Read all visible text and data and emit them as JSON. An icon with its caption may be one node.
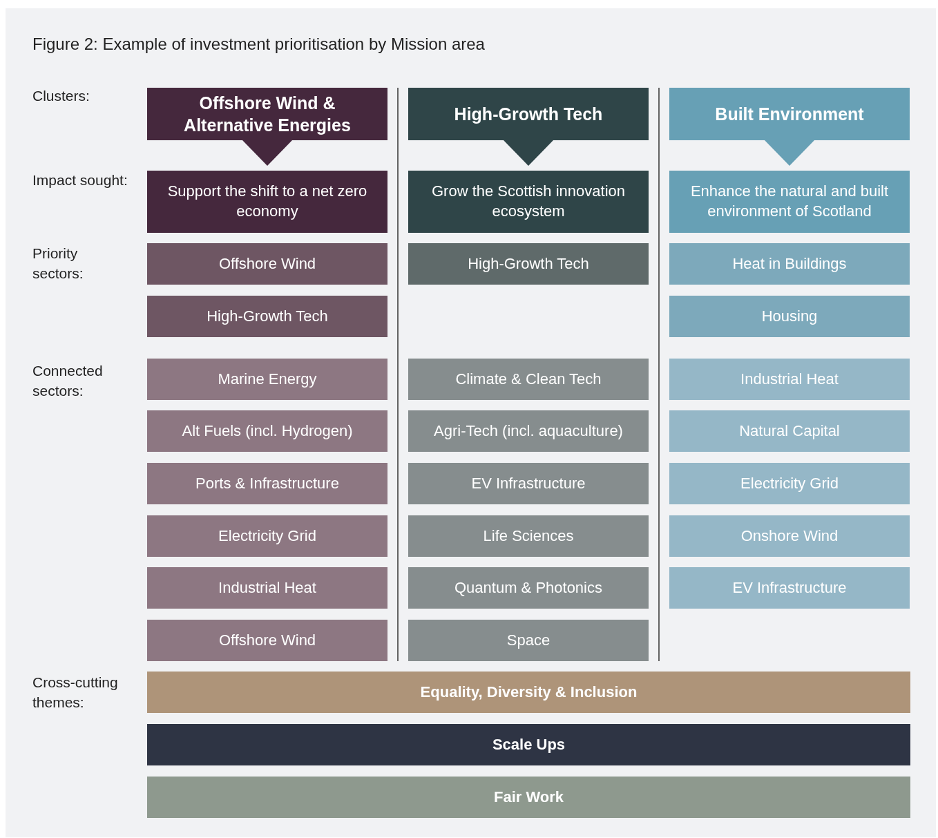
{
  "diagram": {
    "title": "Figure 2: Example of investment prioritisation by Mission area",
    "nodes": [
      {
        "text": [
          "Offshore Wind & Alternative Energies"
        ]
      },
      {
        "text": [
          "High-Growth Tech"
        ]
      },
      {
        "text": [
          "Built Environment"
        ]
      },
      {
        "text": [
          "Support the shift to a net zero economy"
        ]
      },
      {
        "text": [
          "Grow the Scottish innovation ecosystem"
        ]
      },
      {
        "text": [
          "Enhance the natural and built environment of Scotland"
        ]
      },
      {
        "text": [
          "Offshore Wind"
        ]
      },
      {
        "text": [
          "High-Growth Tech"
        ]
      },
      {
        "text": [
          "Heat in Buildings"
        ]
      },
      {
        "text": [
          "High-Growth Tech"
        ]
      },
      {
        "text": [
          "Housing"
        ]
      },
      {
        "text": [
          "Marine Energy"
        ]
      },
      {
        "text": [
          "Climate & Clean Tech"
        ]
      },
      {
        "text": [
          "Industrial Heat"
        ]
      },
      {
        "text": [
          "Alt Fuels (incl. Hydrogen)"
        ]
      },
      {
        "text": [
          "Agri-Tech (incl. aquaculture)"
        ]
      },
      {
        "text": [
          "Natural Capital"
        ]
      },
      {
        "text": [
          "Ports & Infrastructure"
        ]
      },
      {
        "text": [
          "EV Infrastructure"
        ]
      },
      {
        "text": [
          "Electricity Grid"
        ]
      },
      {
        "text": [
          "Electricity Grid"
        ]
      },
      {
        "text": [
          "Life Sciences"
        ]
      },
      {
        "text": [
          "Onshore Wind"
        ]
      },
      {
        "text": [
          "Industrial Heat"
        ]
      },
      {
        "text": [
          "Quantum & Photonics"
        ]
      },
      {
        "text": [
          "EV Infrastructure"
        ]
      },
      {
        "text": [
          "Offshore Wind"
        ]
      },
      {
        "text": [
          "Space"
        ]
      },
      {
        "text": [
          "Equality, Diversity & Inclusion"
        ]
      },
      {
        "text": [
          "Scale Ups"
        ]
      },
      {
        "text": [
          "Fair Work"
        ]
      }
    ],
    "labels": [
      "Clusters:",
      "Impact sought:",
      "Priority sectors:",
      "Connected sectors:",
      "Cross-cutting themes:"
    ]
  }
}
